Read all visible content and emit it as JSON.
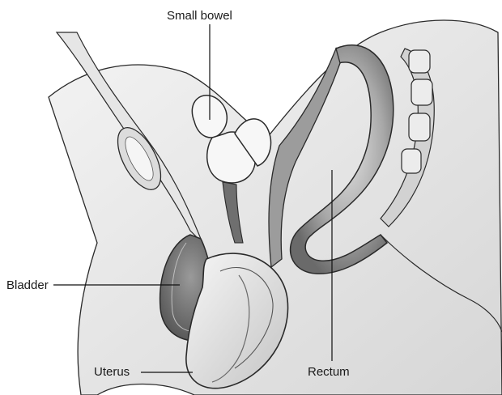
{
  "labels": {
    "small_bowel": "Small bowel",
    "bladder": "Bladder",
    "uterus": "Uterus",
    "rectum": "Rectum"
  },
  "colors": {
    "background": "#ffffff",
    "outline": "#222222",
    "tissue_light": "#efefef",
    "tissue_mid": "#c9c9c9",
    "tissue_dark": "#7d7d7d",
    "cavity_dark": "#5a5a5a"
  }
}
